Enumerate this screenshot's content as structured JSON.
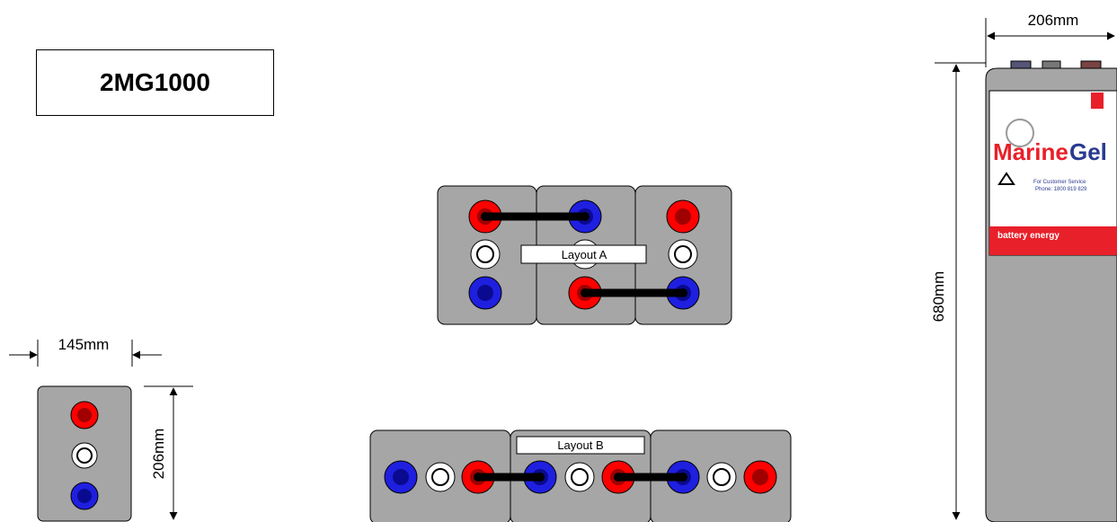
{
  "model": "2MG1000",
  "dimensions": {
    "width_top": "206mm",
    "height": "680mm",
    "small_width": "145mm",
    "small_depth": "206mm"
  },
  "layouts": {
    "a": "Layout A",
    "b": "Layout B"
  },
  "label": {
    "brand_a": "Marine",
    "brand_b": "Gel",
    "company": "battery energy",
    "service": "For Customer Service",
    "phone": "Phone: 1800 819 829"
  },
  "colors": {
    "cell": "#a6a6a6",
    "positive": "#ff0000",
    "negative": "#1f1fe0",
    "center": "#ffffff",
    "link": "#000000",
    "label_red": "#e8202a",
    "label_blue": "#2a3a8f"
  }
}
